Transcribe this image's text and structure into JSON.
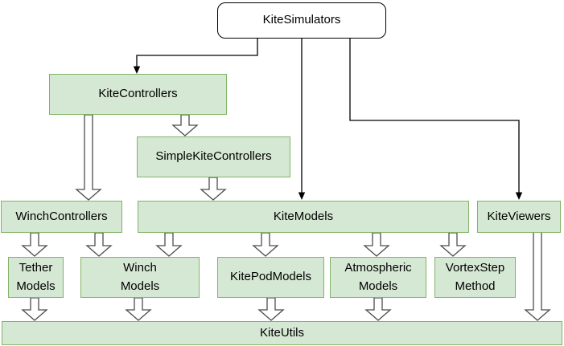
{
  "diagram": {
    "type": "package-dependency-diagram",
    "nodes": {
      "kite_simulators": {
        "label": "KiteSimulators",
        "kind": "root"
      },
      "kite_controllers": {
        "label": "KiteControllers",
        "kind": "package"
      },
      "simple_kite_controllers": {
        "label": "SimpleKiteControllers",
        "kind": "package"
      },
      "winch_controllers": {
        "label": "WinchControllers",
        "kind": "package"
      },
      "kite_models": {
        "label": "KiteModels",
        "kind": "package"
      },
      "kite_viewers": {
        "label": "KiteViewers",
        "kind": "package"
      },
      "tether_models": {
        "label": "Tether\nModels",
        "kind": "package"
      },
      "winch_models": {
        "label": "Winch\nModels",
        "kind": "package"
      },
      "kite_pod_models": {
        "label": "KitePodModels",
        "kind": "package"
      },
      "atmospheric_models": {
        "label": "Atmospheric\nModels",
        "kind": "package"
      },
      "vortex_step_method": {
        "label": "VortexStep\nMethod",
        "kind": "package"
      },
      "kite_utils": {
        "label": "KiteUtils",
        "kind": "package"
      }
    },
    "edges": [
      {
        "from": "KiteSimulators",
        "to": "KiteControllers",
        "style": "thin-arrow"
      },
      {
        "from": "KiteSimulators",
        "to": "KiteModels",
        "style": "thin-arrow"
      },
      {
        "from": "KiteSimulators",
        "to": "KiteViewers",
        "style": "thin-arrow"
      },
      {
        "from": "KiteControllers",
        "to": "WinchControllers",
        "style": "block-arrow"
      },
      {
        "from": "KiteControllers",
        "to": "SimpleKiteControllers",
        "style": "block-arrow"
      },
      {
        "from": "SimpleKiteControllers",
        "to": "KiteModels",
        "style": "block-arrow"
      },
      {
        "from": "WinchControllers",
        "to": "TetherModels",
        "style": "block-arrow"
      },
      {
        "from": "WinchControllers",
        "to": "WinchModels",
        "style": "block-arrow"
      },
      {
        "from": "KiteModels",
        "to": "WinchModels",
        "style": "block-arrow"
      },
      {
        "from": "KiteModels",
        "to": "KitePodModels",
        "style": "block-arrow"
      },
      {
        "from": "KiteModels",
        "to": "AtmosphericModels",
        "style": "block-arrow"
      },
      {
        "from": "KiteModels",
        "to": "VortexStepMethod",
        "style": "block-arrow"
      },
      {
        "from": "TetherModels",
        "to": "KiteUtils",
        "style": "block-arrow"
      },
      {
        "from": "WinchModels",
        "to": "KiteUtils",
        "style": "block-arrow"
      },
      {
        "from": "KitePodModels",
        "to": "KiteUtils",
        "style": "block-arrow"
      },
      {
        "from": "AtmosphericModels",
        "to": "KiteUtils",
        "style": "block-arrow"
      },
      {
        "from": "KiteViewers",
        "to": "KiteUtils",
        "style": "block-arrow"
      }
    ],
    "colors": {
      "node_fill": "#d5e8d4",
      "node_border": "#82b366",
      "root_fill": "#ffffff",
      "root_border": "#000000",
      "block_arrow_fill": "#ffffff",
      "block_arrow_outline": "#4d4d4d",
      "connector": "#000000",
      "text": "#000000",
      "background": "#ffffff"
    }
  }
}
